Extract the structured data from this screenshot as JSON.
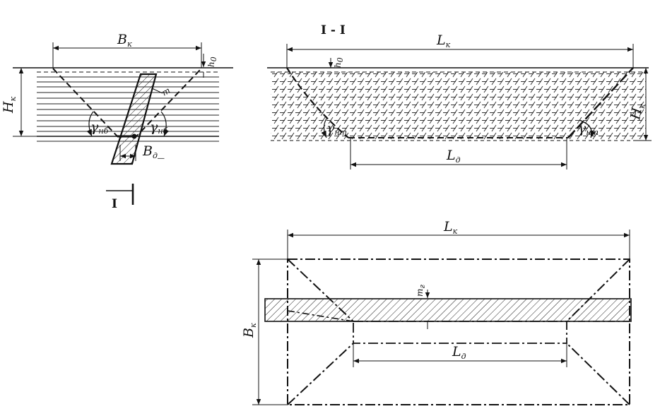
{
  "labels": {
    "left_width": "B",
    "left_width_sub": "к",
    "left_height": "H",
    "left_height_sub": "к",
    "left_h0": "h",
    "left_h0_sub": "0",
    "left_m": "m",
    "left_gamma_left": "γ",
    "left_gamma_left_sub": "нб",
    "left_gamma_right": "γ",
    "left_gamma_right_sub": "нб",
    "left_bottom_width": "B",
    "left_bottom_width_sub": "д",
    "section_mark": "I",
    "section_title": "I - I",
    "sec_length": "L",
    "sec_length_sub": "к",
    "sec_h0": "h",
    "sec_h0_sub": "0",
    "sec_height": "H",
    "sec_height_sub": "к",
    "sec_gamma_left": "γ",
    "sec_gamma_left_sub": "нт",
    "sec_gamma_right": "γ",
    "sec_gamma_right_sub": "нт",
    "sec_bottom_length": "L",
    "sec_bottom_length_sub": "д",
    "plan_length": "L",
    "plan_length_sub": "к",
    "plan_width": "B",
    "plan_width_sub": "к",
    "plan_m": "m",
    "plan_m_sub": "г",
    "plan_bottom_length": "L",
    "plan_bottom_length_sub": "д"
  }
}
